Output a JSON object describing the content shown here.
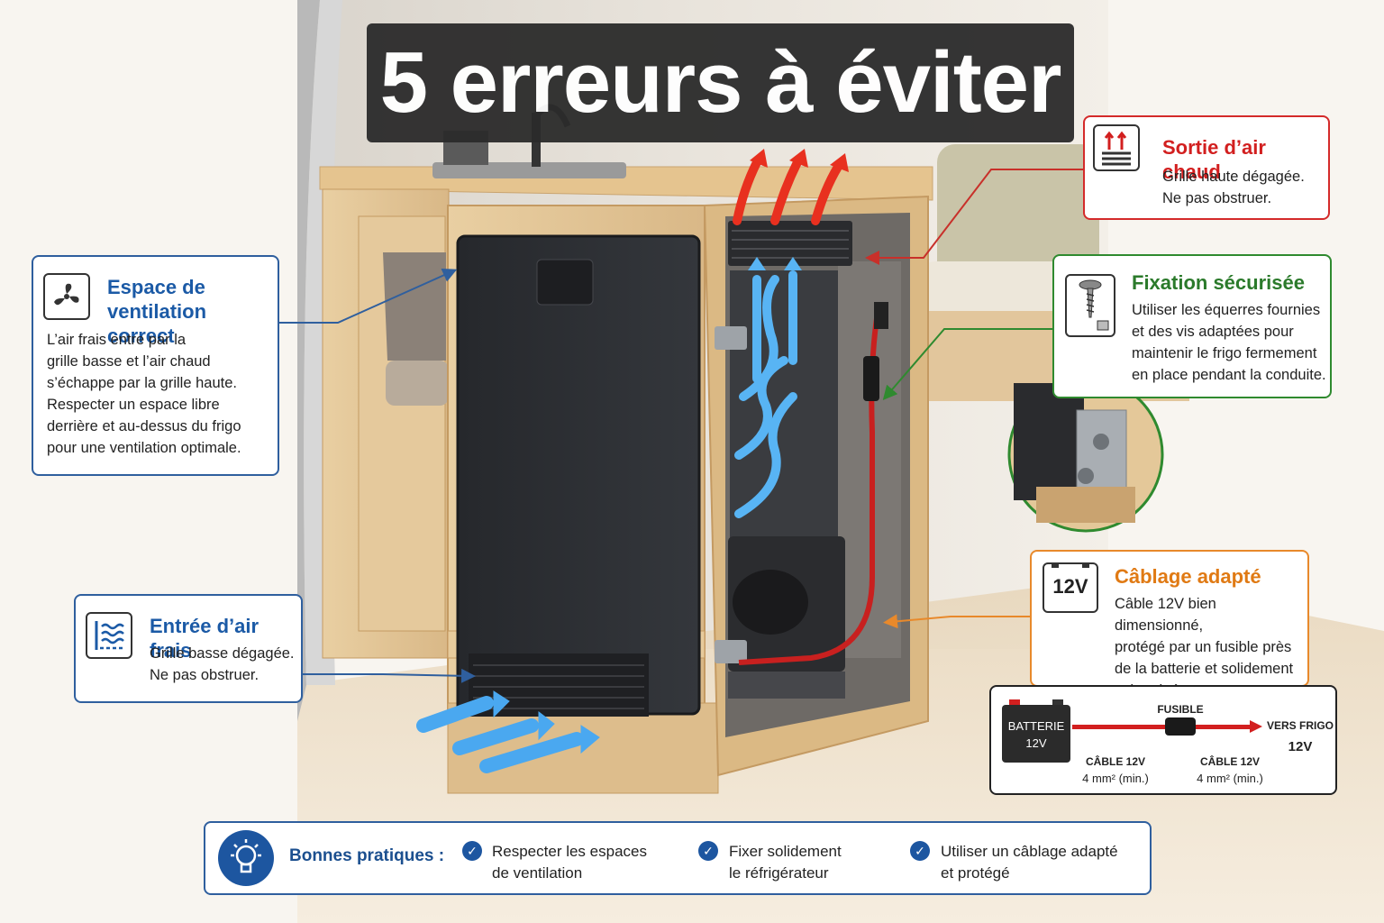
{
  "title": "5 erreurs à éviter",
  "colors": {
    "blue": "#1b5aa6",
    "red": "#d21f1f",
    "green": "#2b7a2b",
    "orange": "#e07a14",
    "wood": "#e8c99a",
    "fridge": "#2a2c30",
    "air_cold": "#4aa8f0",
    "air_hot": "#e8301f"
  },
  "callouts": {
    "ventilation": {
      "title": "Espace de ventilation\ncorrect",
      "text": "L’air frais entre par la\ngrille basse et l’air chaud\ns’échappe par la grille haute.\nRespecter un espace libre\nderrière et au-dessus du frigo\npour une ventilation optimale.",
      "icon": "fan-icon"
    },
    "fresh_air": {
      "title": "Entrée d’air frais",
      "text": "Grille basse dégagée.\nNe pas obstruer.",
      "icon": "air-intake-icon"
    },
    "hot_air": {
      "title": "Sortie d’air chaud",
      "text": "Grille haute dégagée.\nNe pas obstruer.",
      "icon": "hot-air-icon"
    },
    "fixing": {
      "title": "Fixation sécurisée",
      "text": "Utiliser les équerres fournies\net des vis adaptées pour\nmaintenir le frigo fermement\nen place pendant la conduite.",
      "icon": "screw-icon"
    },
    "wiring": {
      "title": "Câblage adapté",
      "text": "Câble 12V bien dimensionné,\nprotégé par un fusible près\nde la batterie et solidement\nacheminé.",
      "icon": "battery-12v-icon",
      "icon_label": "12V"
    }
  },
  "wiring_diagram": {
    "battery": "BATTERIE\n12V",
    "fuse": "FUSIBLE",
    "target": "VERS FRIGO",
    "target_voltage": "12V",
    "cable1_label": "CÂBLE 12V",
    "cable1_spec": "4 mm² (min.)",
    "cable2_label": "CÂBLE 12V",
    "cable2_spec": "4 mm² (min.)"
  },
  "footer": {
    "label": "Bonnes pratiques :",
    "items": [
      "Respecter les espaces\nde ventilation",
      "Fixer solidement\nle réfrigérateur",
      "Utiliser un câblage adapté\net protégé"
    ]
  }
}
